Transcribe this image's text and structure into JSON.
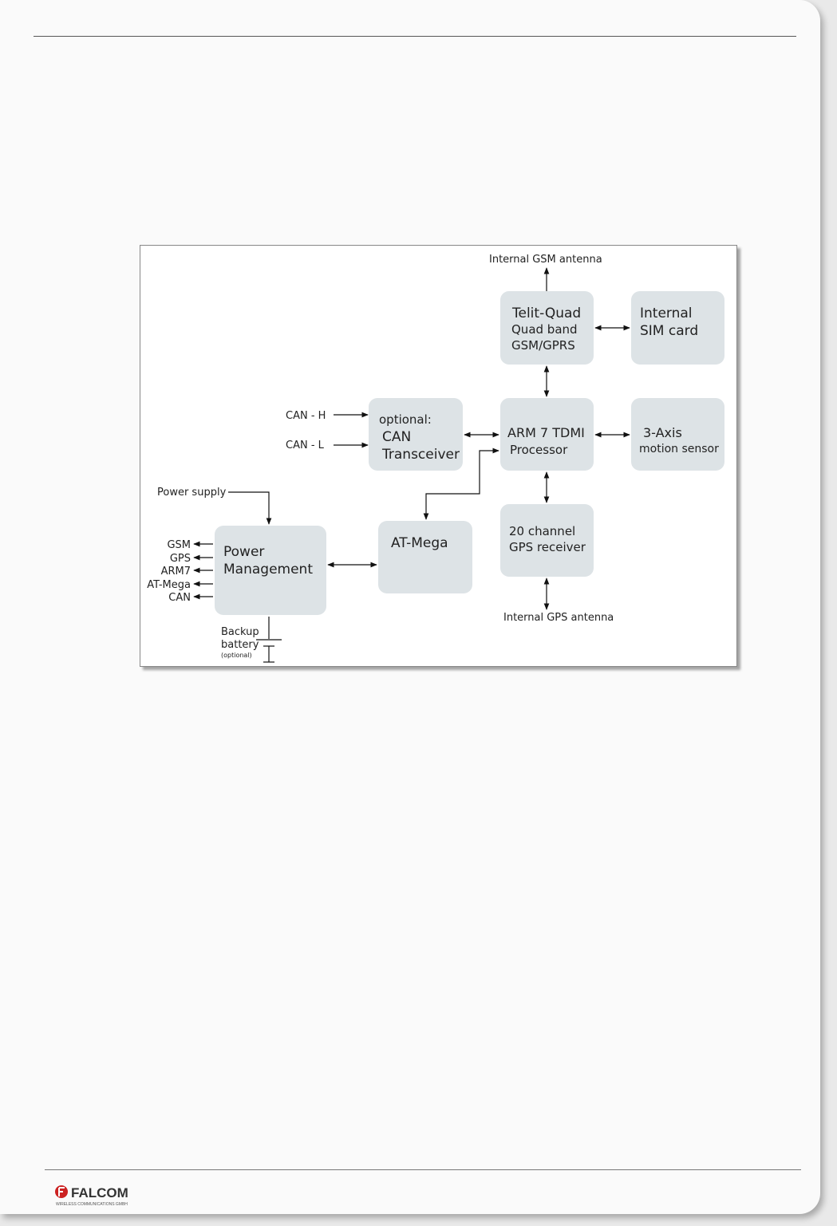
{
  "diagram": {
    "blocks": {
      "telit": [
        "Telit-Quad",
        "Quad band",
        "GSM/GPRS"
      ],
      "sim": [
        "Internal",
        "SIM card"
      ],
      "can_transceiver": [
        "optional:",
        "CAN",
        "Transceiver"
      ],
      "arm": [
        "ARM 7 TDMI",
        "Processor"
      ],
      "motion": [
        "3-Axis",
        "motion sensor"
      ],
      "power": [
        "Power",
        "Management"
      ],
      "atmega": [
        "AT-Mega"
      ],
      "gps": [
        "20 channel",
        "GPS receiver"
      ]
    },
    "labels": {
      "gsm_antenna": "Internal GSM antenna",
      "gps_antenna": "Internal GPS antenna",
      "can_h": "CAN - H",
      "can_l": "CAN - L",
      "power_supply": "Power supply",
      "backup": "Backup",
      "battery": "battery",
      "optional": "(optional)"
    },
    "power_outputs": [
      "GSM",
      "GPS",
      "ARM7",
      "AT-Mega",
      "CAN"
    ]
  },
  "footer": {
    "logo_text": "FALCOM",
    "logo_subtext": "WIRELESS COMMUNICATIONS GMBH"
  },
  "colors": {
    "block_fill": "#dde3e6",
    "logo_red": "#cc2222"
  }
}
